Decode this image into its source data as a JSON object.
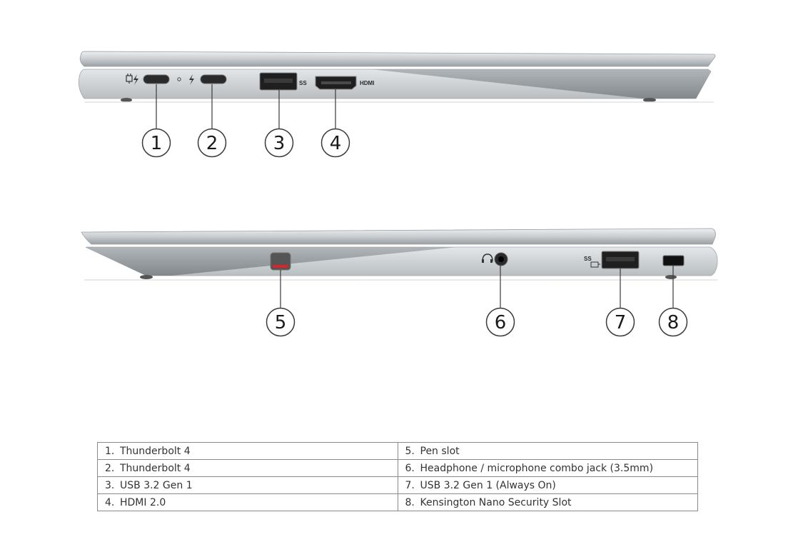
{
  "ports": [
    {
      "number": "1",
      "label": "Thunderbolt 4"
    },
    {
      "number": "2",
      "label": "Thunderbolt 4"
    },
    {
      "number": "3",
      "label": "USB 3.2 Gen 1"
    },
    {
      "number": "4",
      "label": "HDMI 2.0"
    },
    {
      "number": "5",
      "label": "Pen slot"
    },
    {
      "number": "6",
      "label": "Headphone / microphone combo jack (3.5mm)"
    },
    {
      "number": "7",
      "label": "USB 3.2 Gen 1 (Always On)"
    },
    {
      "number": "8",
      "label": "Kensington Nano Security Slot"
    }
  ],
  "port_markings": {
    "hdmi": "HDMI",
    "usb_ss_left": "SS",
    "usb_ss_right": "SS"
  },
  "colors": {
    "chassis": "#c9cdd0",
    "chassis_dark": "#7d8387",
    "pen_accent": "#d6262c",
    "line": "#3a3a3a"
  }
}
